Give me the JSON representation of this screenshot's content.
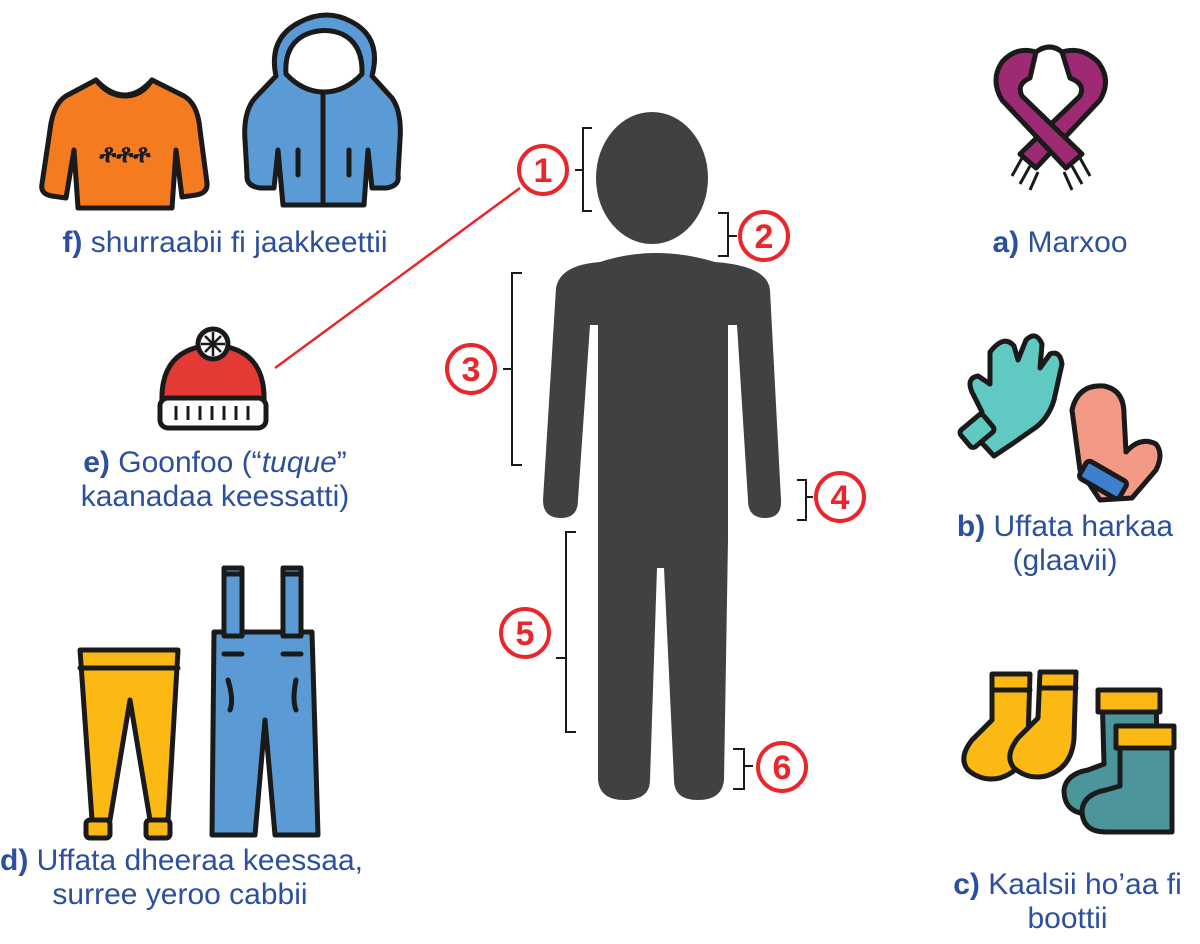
{
  "body_parts": [
    {
      "number": "1"
    },
    {
      "number": "2"
    },
    {
      "number": "3"
    },
    {
      "number": "4"
    },
    {
      "number": "5"
    },
    {
      "number": "6"
    }
  ],
  "items": {
    "a": {
      "letter": "a)",
      "text": "Marxoo"
    },
    "b": {
      "letter": "b)",
      "line1": "Uffata harkaa",
      "line2": "(glaavii)"
    },
    "c": {
      "letter": "c)",
      "line1": "Kaalsii ho’aa fi",
      "line2": "boottii"
    },
    "d": {
      "letter": "d)",
      "line1": "Uffata dheeraa keessaa,",
      "line2": "surree yeroo cabbii"
    },
    "e": {
      "letter": "e)",
      "line1_pre": "Goonfoo (“",
      "line1_italic": "tuque",
      "line1_post": "”",
      "line2": "kaanadaa keessatti)"
    },
    "f": {
      "letter": "f)",
      "text": "shurraabii fi jaakkeettii"
    }
  },
  "colors": {
    "accent": "#e8262c",
    "caption": "#2c4f9e",
    "silhouette": "#414042",
    "outline": "#1a1a1a"
  },
  "icons": {
    "a": "scarf-icon",
    "b": "gloves-and-mittens-icon",
    "c": "socks-and-boots-icon",
    "d": "snow-pants-icon",
    "e": "tuque-hat-icon",
    "f": "sweater-and-jacket-icon"
  }
}
